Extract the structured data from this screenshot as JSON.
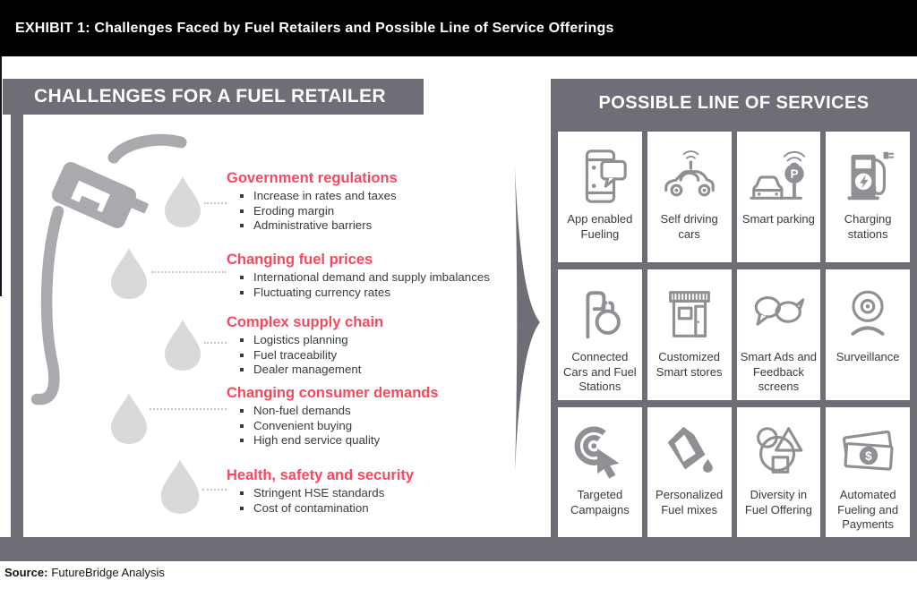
{
  "header": {
    "title": "EXHIBIT 1: Challenges Faced by Fuel Retailers and Possible Line of Service Offerings"
  },
  "left_panel": {
    "title": "CHALLENGES FOR A FUEL RETAILER",
    "challenges": [
      {
        "title": "Government regulations",
        "bullets": [
          "Increase in rates and taxes",
          "Eroding margin",
          "Administrative barriers"
        ]
      },
      {
        "title": "Changing fuel prices",
        "bullets": [
          "International demand and supply imbalances",
          "Fluctuating currency rates"
        ]
      },
      {
        "title": "Complex supply chain",
        "bullets": [
          "Logistics planning",
          "Fuel traceability",
          "Dealer management"
        ]
      },
      {
        "title": "Changing consumer demands",
        "bullets": [
          "Non-fuel demands",
          "Convenient buying",
          "High end service quality"
        ]
      },
      {
        "title": "Health, safety and security",
        "bullets": [
          "Stringent HSE standards",
          "Cost of contamination"
        ]
      }
    ]
  },
  "right_panel": {
    "title": "POSSIBLE LINE OF SERVICES",
    "cards": [
      {
        "label": "App enabled Fueling",
        "icon": "smartphone-chat-icon"
      },
      {
        "label": "Self driving cars",
        "icon": "autonomous-car-icon"
      },
      {
        "label": "Smart parking",
        "icon": "parking-sign-icon"
      },
      {
        "label": "Charging stations",
        "icon": "ev-charger-icon"
      },
      {
        "label": "Connected Cars and Fuel Stations",
        "icon": "fuel-pump-plug-icon"
      },
      {
        "label": "Customized Smart stores",
        "icon": "storefront-icon"
      },
      {
        "label": "Smart Ads and Feedback screens",
        "icon": "speech-bubbles-icon"
      },
      {
        "label": "Surveillance",
        "icon": "surveillance-camera-icon"
      },
      {
        "label": "Targeted Campaigns",
        "icon": "target-cursor-icon"
      },
      {
        "label": "Personalized Fuel mixes",
        "icon": "pouring-jug-icon"
      },
      {
        "label": "Diversity in Fuel Offering",
        "icon": "shapes-icon"
      },
      {
        "label": "Automated Fueling and Payments",
        "icon": "banknotes-icon"
      }
    ],
    "glyphs": {
      "parking": "P",
      "dollar": "$"
    }
  },
  "footer": {
    "source_label": "Source:",
    "source_value": "FutureBridge Analysis"
  },
  "colors": {
    "panel_gray": "#6e6e77",
    "accent_red": "#f9485d",
    "icon_gray": "#8f8f94",
    "nozzle_gray": "#a9a9ae",
    "drop_gray": "#d9d9dc"
  }
}
